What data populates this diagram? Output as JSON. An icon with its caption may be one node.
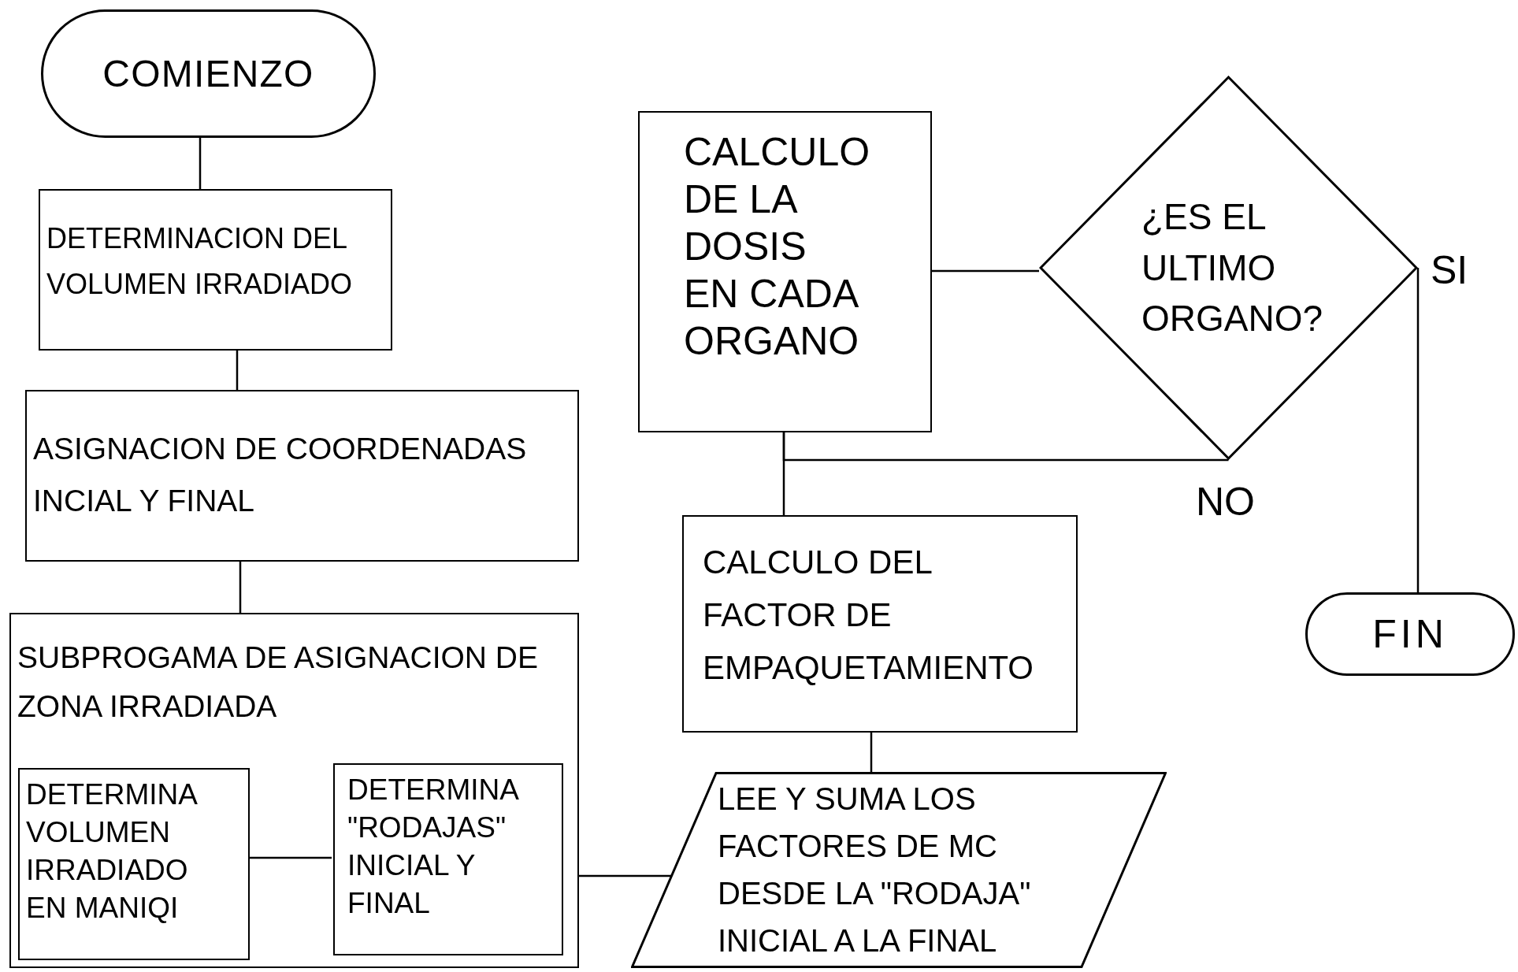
{
  "diagram": {
    "nodes": [
      {
        "text": [
          "COMIENZO"
        ]
      },
      {
        "text": [
          "DETERMINACION DEL VOLUMEN IRRADIADO"
        ]
      },
      {
        "text": [
          "ASIGNACION DE COORDENADAS INCIAL Y FINAL"
        ]
      },
      {
        "text": [
          "SUBPROGAMA DE ASIGNACION DE ZONA IRRADIADA"
        ]
      },
      {
        "text": [
          "DETERMINA VOLUMEN IRRADIADO EN MANIQI"
        ],
        "in": 3
      },
      {
        "text": [
          "DETERMINA \"RODAJAS\" INICIAL Y FINAL"
        ],
        "in": 3
      },
      {
        "text": [
          "LEE Y SUMA LOS FACTORES DE MC DESDE LA \"RODAJA\" INICIAL A LA FINAL"
        ]
      },
      {
        "text": [
          "CALCULO DEL FACTOR DE EMPAQUETAMIENTO"
        ]
      },
      {
        "text": [
          "CALCULO DE LA DOSIS EN CADA ORGANO"
        ]
      },
      {
        "text": [
          "¿ES EL ULTIMO ORGANO?"
        ]
      },
      {
        "text": [
          "FIN"
        ]
      }
    ],
    "edges": [
      {
        "from": 0,
        "to": 1,
        "arrow": "none"
      },
      {
        "from": 1,
        "to": 2,
        "arrow": "none"
      },
      {
        "from": 2,
        "to": 3,
        "arrow": "none"
      },
      {
        "from": 4,
        "to": 5,
        "arrow": "none"
      },
      {
        "from": 3,
        "to": 6,
        "arrow": "none"
      },
      {
        "from": 6,
        "to": 7,
        "arrow": "none"
      },
      {
        "from": 7,
        "to": 8,
        "arrow": "none"
      },
      {
        "from": 8,
        "to": 9,
        "arrow": "none"
      },
      {
        "from": 9,
        "to": 10,
        "label": "SI",
        "arrow": "none"
      },
      {
        "from": 9,
        "to": 8,
        "label": "NO",
        "arrow": "none"
      }
    ]
  }
}
